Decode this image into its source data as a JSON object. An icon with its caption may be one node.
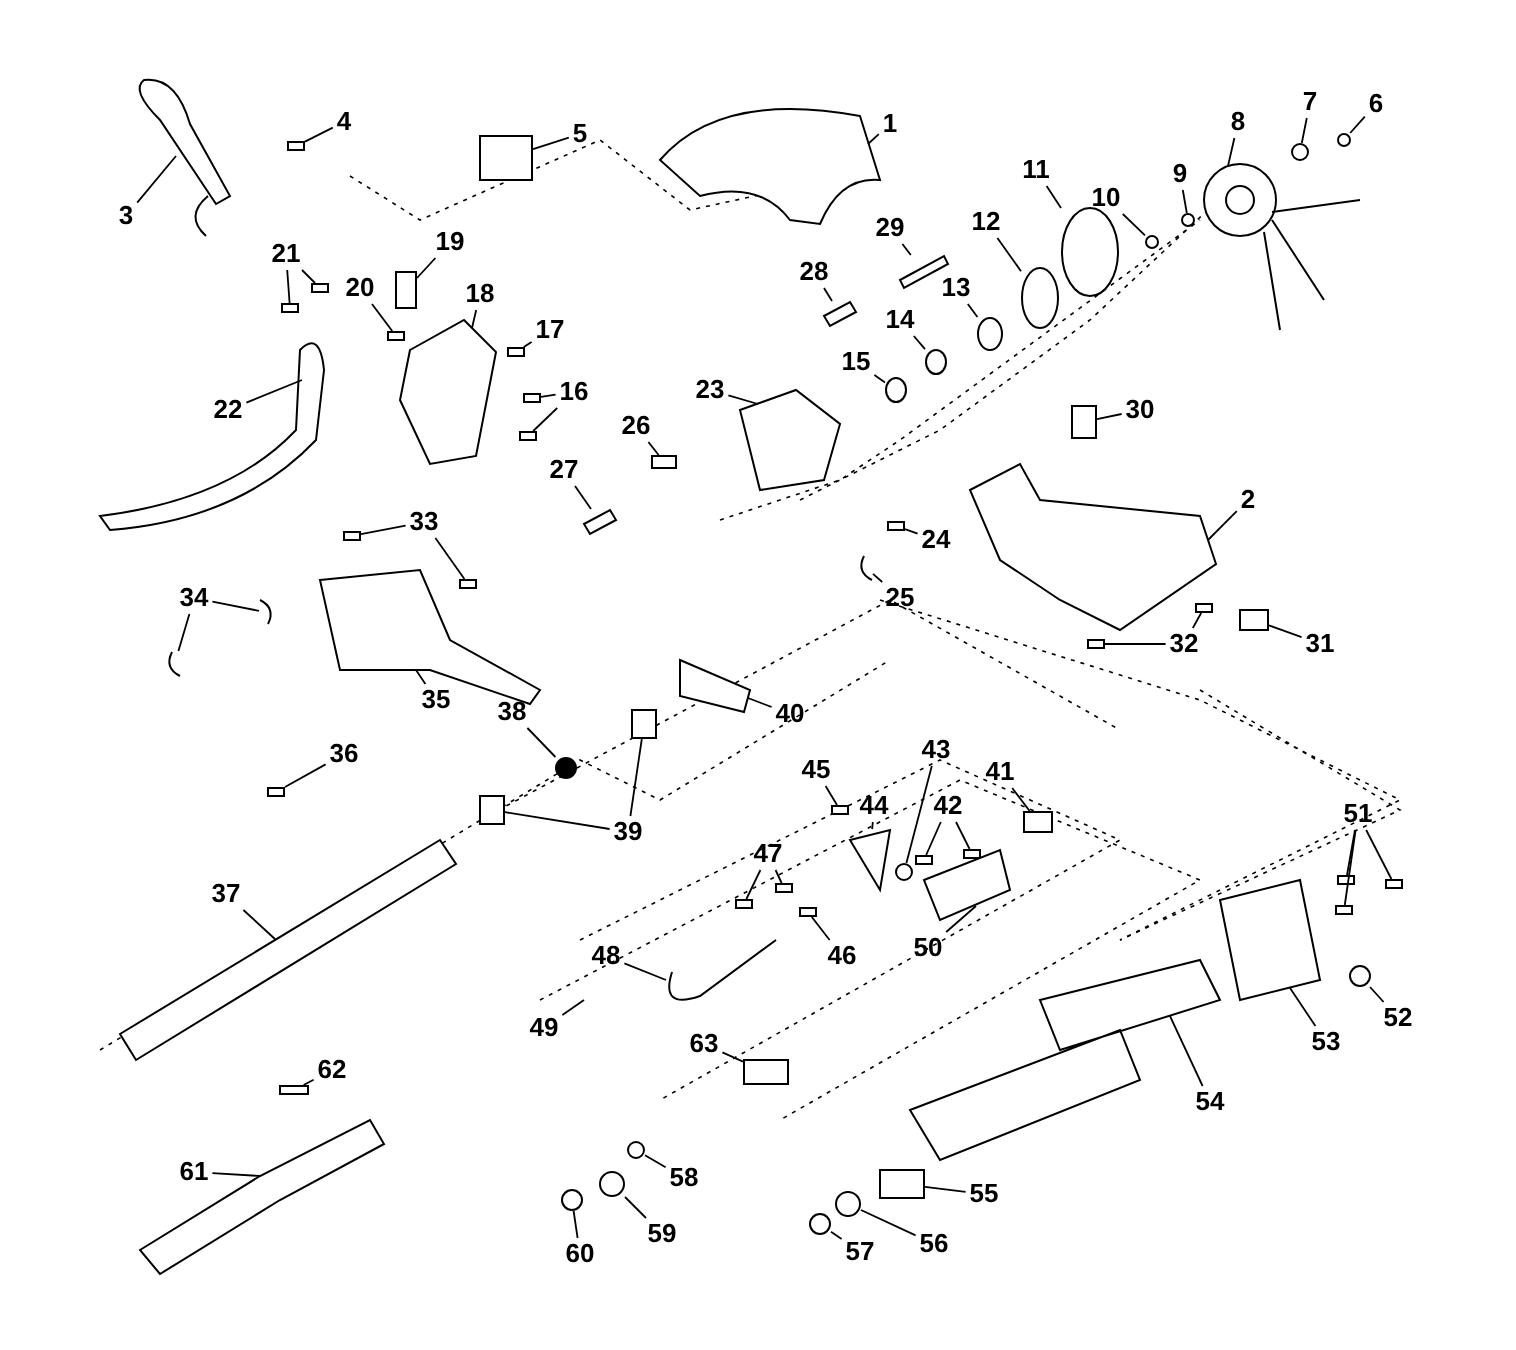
{
  "diagram": {
    "nodes": [
      {
        "text": [
          "1"
        ]
      },
      {
        "text": [
          "2"
        ]
      },
      {
        "text": [
          "3"
        ]
      },
      {
        "text": [
          "4"
        ]
      },
      {
        "text": [
          "5"
        ]
      },
      {
        "text": [
          "6"
        ]
      },
      {
        "text": [
          "7"
        ]
      },
      {
        "text": [
          "8"
        ]
      },
      {
        "text": [
          "9"
        ]
      },
      {
        "text": [
          "10"
        ]
      },
      {
        "text": [
          "11"
        ]
      },
      {
        "text": [
          "12"
        ]
      },
      {
        "text": [
          "13"
        ]
      },
      {
        "text": [
          "14"
        ]
      },
      {
        "text": [
          "15"
        ]
      },
      {
        "text": [
          "16"
        ]
      },
      {
        "text": [
          "17"
        ]
      },
      {
        "text": [
          "18"
        ]
      },
      {
        "text": [
          "19"
        ]
      },
      {
        "text": [
          "20"
        ]
      },
      {
        "text": [
          "21"
        ]
      },
      {
        "text": [
          "22"
        ]
      },
      {
        "text": [
          "23"
        ]
      },
      {
        "text": [
          "24"
        ]
      },
      {
        "text": [
          "25"
        ]
      },
      {
        "text": [
          "26"
        ]
      },
      {
        "text": [
          "27"
        ]
      },
      {
        "text": [
          "28"
        ]
      },
      {
        "text": [
          "29"
        ]
      },
      {
        "text": [
          "30"
        ]
      },
      {
        "text": [
          "31"
        ]
      },
      {
        "text": [
          "32"
        ]
      },
      {
        "text": [
          "33"
        ]
      },
      {
        "text": [
          "34"
        ]
      },
      {
        "text": [
          "35"
        ]
      },
      {
        "text": [
          "36"
        ]
      },
      {
        "text": [
          "37"
        ]
      },
      {
        "text": [
          "38"
        ]
      },
      {
        "text": [
          "39"
        ]
      },
      {
        "text": [
          "40"
        ]
      },
      {
        "text": [
          "41"
        ]
      },
      {
        "text": [
          "42"
        ]
      },
      {
        "text": [
          "43"
        ]
      },
      {
        "text": [
          "44"
        ]
      },
      {
        "text": [
          "45"
        ]
      },
      {
        "text": [
          "46"
        ]
      },
      {
        "text": [
          "47"
        ]
      },
      {
        "text": [
          "48"
        ]
      },
      {
        "text": [
          "49"
        ]
      },
      {
        "text": [
          "50"
        ]
      },
      {
        "text": [
          "51"
        ]
      },
      {
        "text": [
          "52"
        ]
      },
      {
        "text": [
          "53"
        ]
      },
      {
        "text": [
          "54"
        ]
      },
      {
        "text": [
          "55"
        ]
      },
      {
        "text": [
          "56"
        ]
      },
      {
        "text": [
          "57"
        ]
      },
      {
        "text": [
          "58"
        ]
      },
      {
        "text": [
          "59"
        ]
      },
      {
        "text": [
          "60"
        ]
      },
      {
        "text": [
          "61"
        ]
      },
      {
        "text": [
          "62"
        ]
      },
      {
        "text": [
          "63"
        ]
      },
      {
        "text": [],
        "shape": "picture"
      },
      {
        "text": [],
        "shape": "picture"
      },
      {
        "text": [],
        "shape": "picture"
      },
      {
        "text": [],
        "shape": "box"
      },
      {
        "text": [],
        "shape": "box"
      },
      {
        "text": [],
        "shape": "circle"
      },
      {
        "text": [],
        "shape": "circle"
      },
      {
        "text": [],
        "shape": "picture"
      },
      {
        "text": [],
        "shape": "circle"
      },
      {
        "text": [],
        "shape": "circle"
      },
      {
        "text": [],
        "shape": "circle"
      },
      {
        "text": [],
        "shape": "circle"
      },
      {
        "text": [],
        "shape": "circle"
      },
      {
        "text": [],
        "shape": "circle"
      },
      {
        "text": [],
        "shape": "circle"
      },
      {
        "text": [],
        "shape": "box"
      },
      {
        "text": [],
        "shape": "box"
      },
      {
        "text": [],
        "shape": "box"
      },
      {
        "text": [],
        "shape": "picture"
      },
      {
        "text": [],
        "shape": "box"
      },
      {
        "text": [],
        "shape": "box"
      },
      {
        "text": [],
        "shape": "box"
      },
      {
        "text": [],
        "shape": "box"
      },
      {
        "text": [],
        "shape": "picture"
      },
      {
        "text": [],
        "shape": "picture"
      },
      {
        "text": [],
        "shape": "box"
      },
      {
        "text": [],
        "shape": "picture"
      },
      {
        "text": [],
        "shape": "box"
      },
      {
        "text": [],
        "shape": "picture"
      },
      {
        "text": [],
        "shape": "picture"
      },
      {
        "text": [],
        "shape": "picture"
      },
      {
        "text": [],
        "shape": "box"
      },
      {
        "text": [],
        "shape": "box"
      },
      {
        "text": [],
        "shape": "box"
      },
      {
        "text": [],
        "shape": "box"
      },
      {
        "text": [],
        "shape": "box"
      },
      {
        "text": [],
        "shape": "box"
      },
      {
        "text": [],
        "shape": "picture"
      },
      {
        "text": [],
        "shape": "picture"
      },
      {
        "text": [],
        "shape": "picture"
      },
      {
        "text": [],
        "shape": "box"
      },
      {
        "text": [],
        "shape": "picture"
      },
      {
        "text": [],
        "shape": "circle"
      },
      {
        "text": [],
        "shape": "box"
      },
      {
        "text": [],
        "shape": "box"
      },
      {
        "text": [],
        "shape": "picture"
      },
      {
        "text": [],
        "shape": "box"
      },
      {
        "text": [],
        "shape": "box"
      },
      {
        "text": [],
        "shape": "box"
      },
      {
        "text": [],
        "shape": "circle"
      },
      {
        "text": [],
        "shape": "picture"
      },
      {
        "text": [],
        "shape": "box"
      },
      {
        "text": [],
        "shape": "box"
      },
      {
        "text": [],
        "shape": "box"
      },
      {
        "text": [],
        "shape": "box"
      },
      {
        "text": [],
        "shape": "picture"
      },
      {
        "text": [],
        "shape": "picture"
      },
      {
        "text": [],
        "shape": "box"
      },
      {
        "text": [],
        "shape": "box"
      },
      {
        "text": [],
        "shape": "box"
      },
      {
        "text": [],
        "shape": "circle"
      },
      {
        "text": [],
        "shape": "picture"
      },
      {
        "text": [],
        "shape": "picture"
      },
      {
        "text": [],
        "shape": "box"
      },
      {
        "text": [],
        "shape": "circle"
      },
      {
        "text": [],
        "shape": "circle"
      },
      {
        "text": [],
        "shape": "circle"
      },
      {
        "text": [],
        "shape": "circle"
      },
      {
        "text": [],
        "shape": "circle"
      },
      {
        "text": [],
        "shape": "picture"
      },
      {
        "text": [],
        "shape": "box"
      },
      {
        "text": [],
        "shape": "box"
      }
    ],
    "edges": [
      {
        "from": 0,
        "to": 63,
        "arrow": "none"
      },
      {
        "from": 1,
        "to": 64,
        "arrow": "none"
      },
      {
        "from": 2,
        "to": 65,
        "arrow": "none"
      },
      {
        "from": 3,
        "to": 66,
        "arrow": "none"
      },
      {
        "from": 4,
        "to": 67,
        "arrow": "none"
      },
      {
        "from": 5,
        "to": 68,
        "arrow": "none"
      },
      {
        "from": 6,
        "to": 69,
        "arrow": "none"
      },
      {
        "from": 7,
        "to": 70,
        "arrow": "none"
      },
      {
        "from": 8,
        "to": 71,
        "arrow": "none"
      },
      {
        "from": 9,
        "to": 72,
        "arrow": "none"
      },
      {
        "from": 10,
        "to": 73,
        "arrow": "none"
      },
      {
        "from": 11,
        "to": 74,
        "arrow": "none"
      },
      {
        "from": 12,
        "to": 75,
        "arrow": "none"
      },
      {
        "from": 13,
        "to": 76,
        "arrow": "none"
      },
      {
        "from": 14,
        "to": 77,
        "arrow": "none"
      },
      {
        "from": 15,
        "to": 78,
        "arrow": "none"
      },
      {
        "from": 15,
        "to": 79,
        "arrow": "none"
      },
      {
        "from": 16,
        "to": 80,
        "arrow": "none"
      },
      {
        "from": 17,
        "to": 81,
        "arrow": "none"
      },
      {
        "from": 18,
        "to": 82,
        "arrow": "none"
      },
      {
        "from": 19,
        "to": 83,
        "arrow": "none"
      },
      {
        "from": 20,
        "to": 84,
        "arrow": "none"
      },
      {
        "from": 20,
        "to": 85,
        "arrow": "none"
      },
      {
        "from": 21,
        "to": 86,
        "arrow": "none"
      },
      {
        "from": 22,
        "to": 87,
        "arrow": "none"
      },
      {
        "from": 23,
        "to": 88,
        "arrow": "none"
      },
      {
        "from": 24,
        "to": 89,
        "arrow": "none"
      },
      {
        "from": 25,
        "to": 90,
        "arrow": "none"
      },
      {
        "from": 26,
        "to": 91,
        "arrow": "none"
      },
      {
        "from": 27,
        "to": 92,
        "arrow": "none"
      },
      {
        "from": 28,
        "to": 93,
        "arrow": "none"
      },
      {
        "from": 29,
        "to": 94,
        "arrow": "none"
      },
      {
        "from": 30,
        "to": 95,
        "arrow": "none"
      },
      {
        "from": 31,
        "to": 96,
        "arrow": "none"
      },
      {
        "from": 31,
        "to": 97,
        "arrow": "none"
      },
      {
        "from": 32,
        "to": 98,
        "arrow": "none"
      },
      {
        "from": 32,
        "to": 99,
        "arrow": "none"
      },
      {
        "from": 33,
        "to": 100,
        "arrow": "none"
      },
      {
        "from": 33,
        "to": 101,
        "arrow": "none"
      },
      {
        "from": 34,
        "to": 102,
        "arrow": "none"
      },
      {
        "from": 35,
        "to": 103,
        "arrow": "none"
      },
      {
        "from": 36,
        "to": 104,
        "arrow": "none"
      },
      {
        "from": 37,
        "to": 105,
        "arrow": "none"
      },
      {
        "from": 38,
        "to": 106,
        "arrow": "none"
      },
      {
        "from": 38,
        "to": 107,
        "arrow": "none"
      },
      {
        "from": 39,
        "to": 108,
        "arrow": "none"
      },
      {
        "from": 40,
        "to": 109,
        "arrow": "none"
      },
      {
        "from": 41,
        "to": 110,
        "arrow": "none"
      },
      {
        "from": 41,
        "to": 111,
        "arrow": "none"
      },
      {
        "from": 42,
        "to": 112,
        "arrow": "none"
      },
      {
        "from": 43,
        "to": 113,
        "arrow": "none"
      },
      {
        "from": 44,
        "to": 114,
        "arrow": "none"
      },
      {
        "from": 45,
        "to": 115,
        "arrow": "none"
      },
      {
        "from": 46,
        "to": 116,
        "arrow": "none"
      },
      {
        "from": 46,
        "to": 117,
        "arrow": "none"
      },
      {
        "from": 47,
        "to": 118,
        "arrow": "none"
      },
      {
        "from": 48,
        "to": null,
        "arrow": "none"
      },
      {
        "from": 49,
        "to": 119,
        "arrow": "none"
      },
      {
        "from": 50,
        "to": 120,
        "arrow": "none"
      },
      {
        "from": 50,
        "to": 121,
        "arrow": "none"
      },
      {
        "from": 50,
        "to": 122,
        "arrow": "none"
      },
      {
        "from": 51,
        "to": 123,
        "arrow": "none"
      },
      {
        "from": 52,
        "to": 124,
        "arrow": "none"
      },
      {
        "from": 53,
        "to": 125,
        "arrow": "none"
      },
      {
        "from": 54,
        "to": 126,
        "arrow": "none"
      },
      {
        "from": 55,
        "to": 127,
        "arrow": "none"
      },
      {
        "from": 56,
        "to": 128,
        "arrow": "none"
      },
      {
        "from": 57,
        "to": 129,
        "arrow": "none"
      },
      {
        "from": 58,
        "to": 130,
        "arrow": "none"
      },
      {
        "from": 59,
        "to": 131,
        "arrow": "none"
      },
      {
        "from": 60,
        "to": 132,
        "arrow": "none"
      },
      {
        "from": 61,
        "to": 133,
        "arrow": "none"
      },
      {
        "from": 62,
        "to": 134,
        "arrow": "none"
      }
    ]
  }
}
